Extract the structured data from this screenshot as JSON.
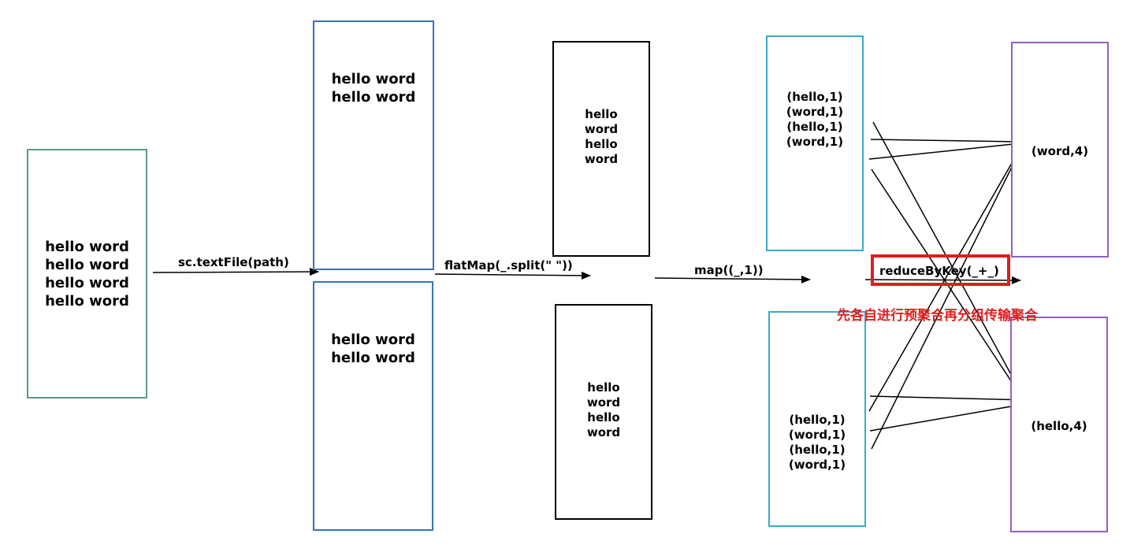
{
  "colors": {
    "input_border": "#5a9a8a",
    "partition_border": "#3a72b8",
    "flatmap_border": "#000000",
    "map_border": "#3aaac8",
    "result_border": "#9060c0",
    "highlight": "#e11d1d"
  },
  "input": {
    "lines": [
      "hello word",
      "hello word",
      "hello word",
      "hello word"
    ]
  },
  "textfile": {
    "partitions": [
      {
        "lines": [
          "hello word",
          "hello word"
        ]
      },
      {
        "lines": [
          "hello word",
          "hello word"
        ]
      }
    ]
  },
  "flatmap": {
    "partitions": [
      {
        "lines": [
          "hello",
          "word",
          "hello",
          "word"
        ]
      },
      {
        "lines": [
          "hello",
          "word",
          "hello",
          "word"
        ]
      }
    ]
  },
  "map": {
    "partitions": [
      {
        "lines": [
          "(hello,1)",
          "(word,1)",
          "(hello,1)",
          "(word,1)"
        ]
      },
      {
        "lines": [
          "(hello,1)",
          "(word,1)",
          "(hello,1)",
          "(word,1)"
        ]
      }
    ]
  },
  "reduce": {
    "results": [
      "(word,4)",
      "(hello,4)"
    ]
  },
  "operations": {
    "textfile": "sc.textFile(path)",
    "flatmap": "flatMap(_.split(\" \"))",
    "map": "map((_,1))",
    "reduce": "reduceByKey(_+_)"
  },
  "annotation": "先各自进行预聚合再分组传输聚合"
}
